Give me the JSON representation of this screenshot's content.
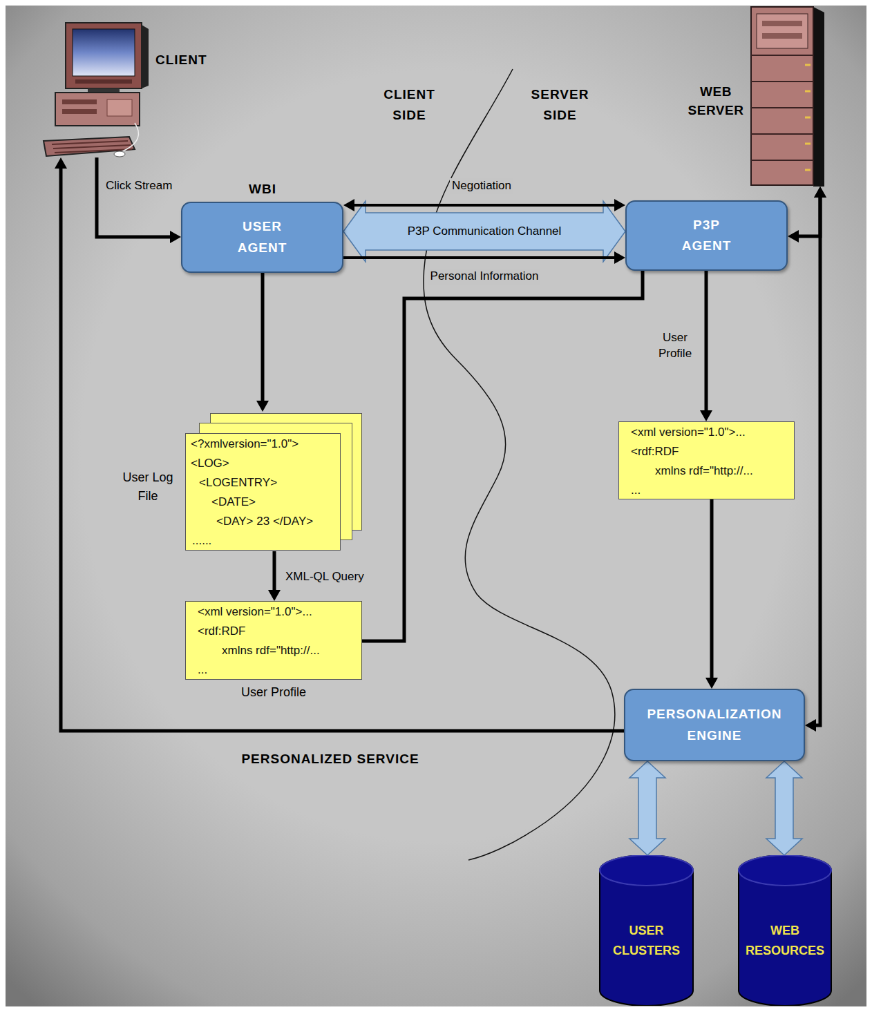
{
  "diagram": {
    "nodes": [
      {
        "text": [
          "CLIENT"
        ]
      },
      {
        "text": [
          "WEB SERVER"
        ]
      },
      {
        "text": [
          "USER AGENT"
        ]
      },
      {
        "text": [
          "P3P AGENT"
        ]
      },
      {
        "text": [
          "User Log File",
          "<?xmlversion=\"1.0\">",
          "<LOG>",
          "<LOGENTRY>",
          "<DATE>",
          "<DAY> 23 </DAY>",
          "......"
        ]
      },
      {
        "text": [
          "<xml version=\"1.0\">...",
          "<rdf:RDF",
          "xmlns rdf=\"http://...",
          "...",
          "User Profile"
        ]
      },
      {
        "text": [
          "<xml version=\"1.0\">...",
          "<rdf:RDF",
          "xmlns rdf=\"http://...",
          "..."
        ]
      },
      {
        "text": [
          "PERSONALIZATION ENGINE"
        ]
      },
      {
        "text": [
          "USER CLUSTERS"
        ]
      },
      {
        "text": [
          "WEB RESOURCES"
        ]
      }
    ],
    "edges": [
      {
        "from": 0,
        "to": 2,
        "label": "Click Stream",
        "arrow": "to"
      },
      {
        "from": 2,
        "to": 3,
        "label": "Negotiation",
        "arrow": "both"
      },
      {
        "from": 2,
        "to": 3,
        "label": "P3P Communication Channel",
        "arrow": "both"
      },
      {
        "from": 2,
        "to": 3,
        "label": "Personal Information",
        "arrow": "to"
      },
      {
        "from": 2,
        "to": 4,
        "arrow": "to"
      },
      {
        "from": 4,
        "to": 5,
        "label": "XML-QL Query",
        "arrow": "to"
      },
      {
        "from": 5,
        "to": 3,
        "arrow": "none"
      },
      {
        "from": 3,
        "to": 6,
        "label": "User Profile",
        "arrow": "to"
      },
      {
        "from": 6,
        "to": 7,
        "arrow": "to"
      },
      {
        "from": 1,
        "to": 3,
        "arrow": "both"
      },
      {
        "from": 1,
        "to": 7,
        "arrow": "both"
      },
      {
        "from": 7,
        "to": 0,
        "label": "PERSONALIZED SERVICE",
        "arrow": "to"
      },
      {
        "from": 7,
        "to": 8,
        "arrow": "both"
      },
      {
        "from": 7,
        "to": 9,
        "arrow": "both"
      }
    ],
    "labels": [
      "CLIENT SIDE",
      "SERVER SIDE",
      "WBI"
    ]
  }
}
